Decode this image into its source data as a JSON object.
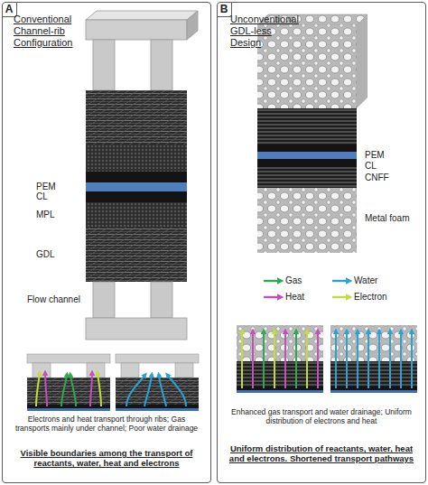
{
  "diagram": {
    "nodes": [
      {
        "text": [
          "A",
          "Conventional Channel-rib Configuration",
          "Electrons and heat transport through ribs; Gas transports mainly under channel; Poor water drainage",
          "Visible boundaries among the transport of reactants, water, heat and electrons"
        ]
      },
      {
        "text": [
          "B",
          "Unconventional GDL-less Design",
          "Enhanced gas transport and water drainage; Uniform distribution of electrons and heat",
          "Uniform distribution of reactants, water, heat and electrons. Shortened transport pathways"
        ]
      }
    ],
    "labels": [
      "PEM",
      "CL",
      "MPL",
      "GDL",
      "Flow channel",
      "PEM",
      "CL",
      "CNFF",
      "Metal foam"
    ],
    "legend": [
      {
        "text": "Gas"
      },
      {
        "text": "Water"
      },
      {
        "text": "Heat"
      },
      {
        "text": "Electron"
      }
    ]
  }
}
